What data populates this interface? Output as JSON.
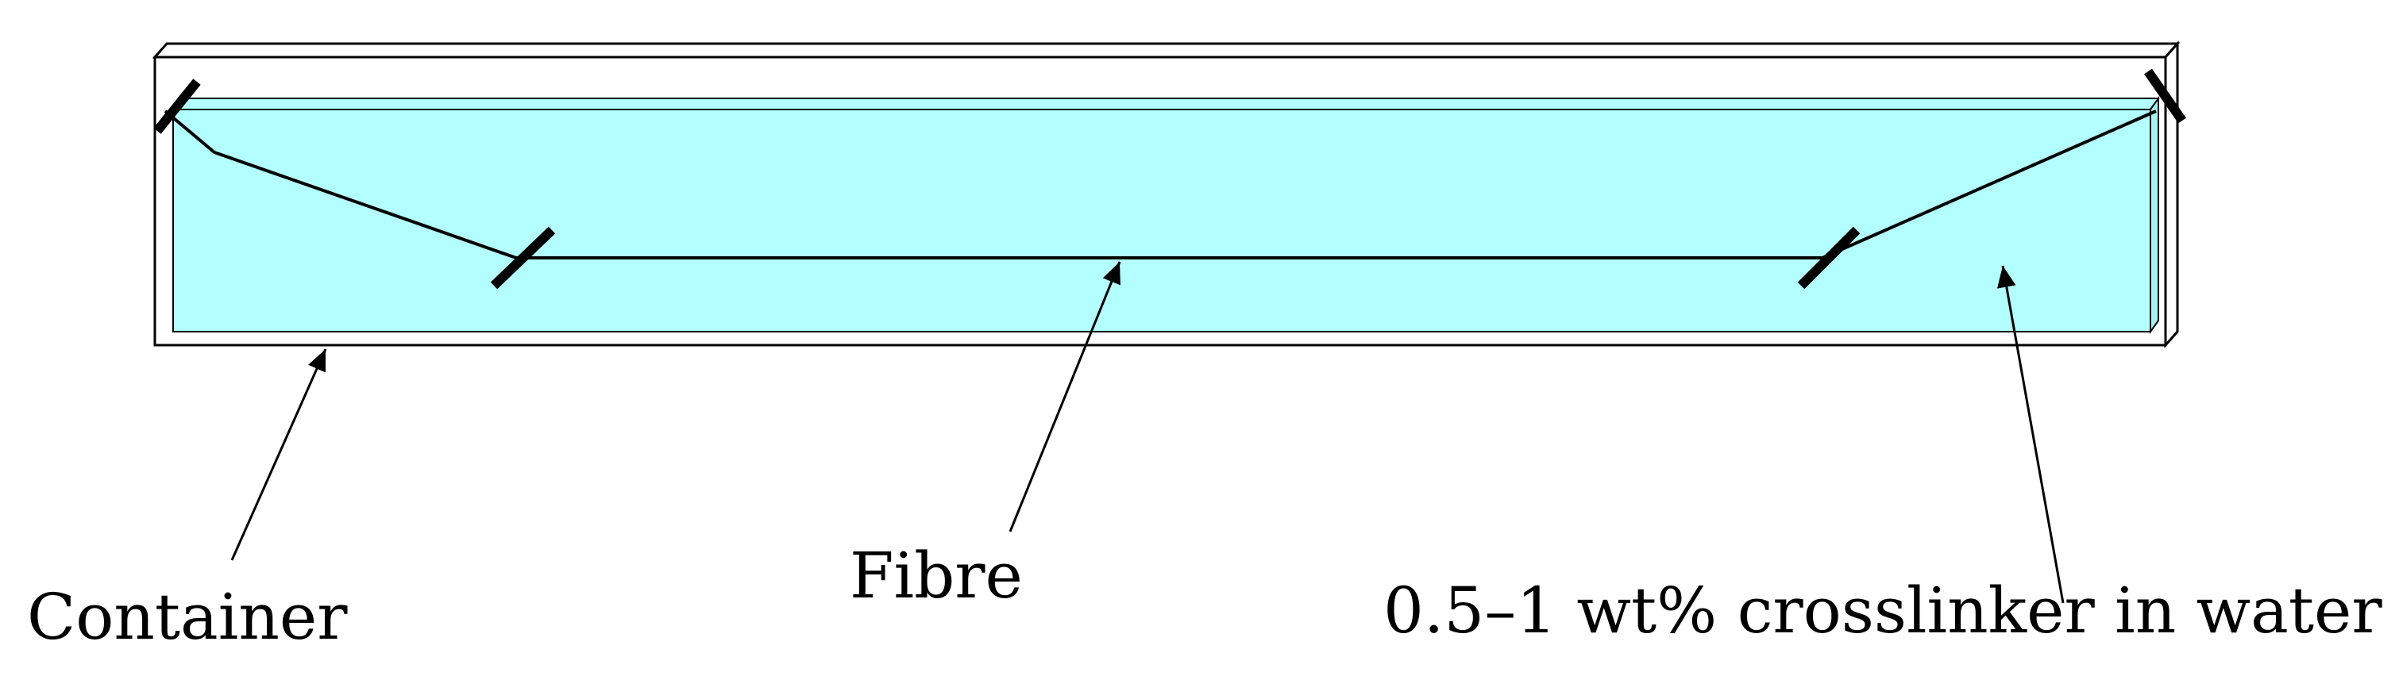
{
  "labels": {
    "container": "Container",
    "fibre": "Fibre",
    "solution": "0.5–1 wt% crosslinker in water"
  },
  "colors": {
    "liquid": "#b3ffff",
    "container_outline": "#000000",
    "container_fill": "#ffffff",
    "clamp": "#000000"
  }
}
